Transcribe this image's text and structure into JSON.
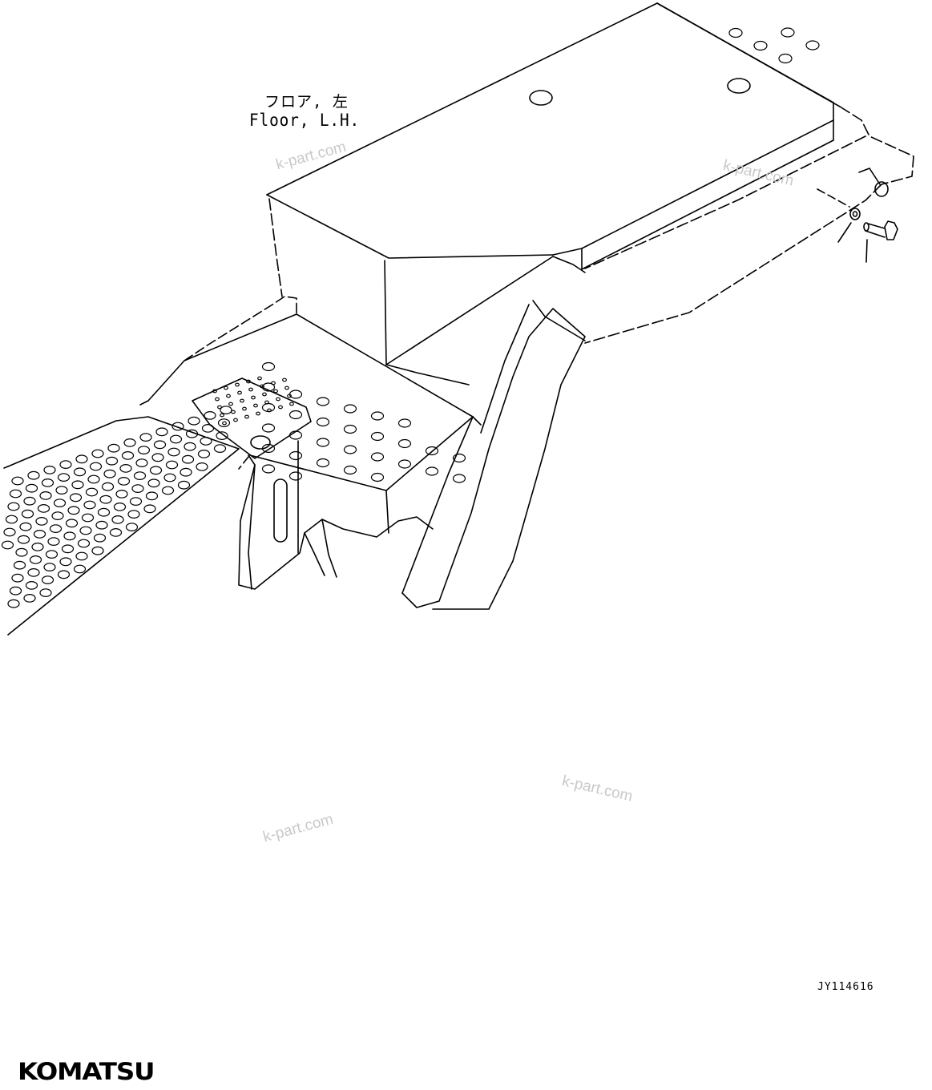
{
  "part_label": {
    "japanese": "フロア, 左",
    "english": "Floor, L.H."
  },
  "drawing_code": "JY114616",
  "watermark_text": "k-part.com",
  "brand": "KOMATSU",
  "colors": {
    "line": "#000000",
    "background": "#ffffff",
    "watermark": "#c9c9c9"
  },
  "callouts": {
    "washer": "washer",
    "bolt": "bolt"
  }
}
